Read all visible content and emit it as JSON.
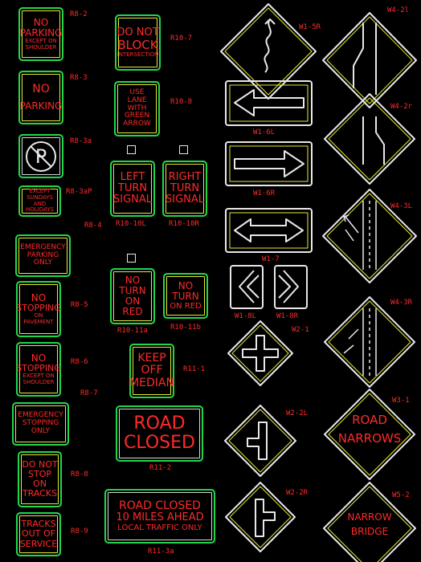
{
  "signs": {
    "r8_2": [
      "NO",
      "PARKING",
      "EXCEPT ON",
      "SHOULDER"
    ],
    "r8_3": [
      "NO",
      "PARKING"
    ],
    "r8_3p": [
      "EXCEPT",
      "SUNDAYS AND",
      "HOLIDAYS"
    ],
    "r8_4": [
      "EMERGENCY",
      "PARKING",
      "ONLY"
    ],
    "r8_5": [
      "NO",
      "STOPPING",
      "ON",
      "PAVEMENT"
    ],
    "r8_6": [
      "NO",
      "STOPPING",
      "EXCEPT ON",
      "SHOULDER"
    ],
    "r8_7": [
      "EMERGENCY",
      "STOPPING",
      "ONLY"
    ],
    "r8_8": [
      "DO NOT",
      "STOP",
      "ON",
      "TRACKS"
    ],
    "r8_9": [
      "TRACKS",
      "OUT OF",
      "SERVICE"
    ],
    "r10_7": [
      "DO NOT",
      "BLOCK",
      "INTERSECTION"
    ],
    "r10_8": [
      "USE",
      "LANE",
      "WITH",
      "GREEN",
      "ARROW"
    ],
    "r10_10l": [
      "LEFT",
      "TURN",
      "SIGNAL"
    ],
    "r10_10r": [
      "RIGHT",
      "TURN",
      "SIGNAL"
    ],
    "r10_11a": [
      "NO",
      "TURN",
      "ON",
      "RED"
    ],
    "r10_11b": [
      "NO",
      "TURN",
      "ON RED"
    ],
    "r11_1": [
      "KEEP",
      "OFF",
      "MEDIAN"
    ],
    "r11_2": [
      "ROAD",
      "CLOSED"
    ],
    "r11_3a": [
      "ROAD CLOSED",
      "10 MILES AHEAD",
      "LOCAL TRAFFIC ONLY"
    ],
    "w3_1": [
      "ROAD",
      "NARROWS"
    ],
    "w5_2": [
      "NARROW",
      "BRIDGE"
    ]
  },
  "labels": {
    "r8_2": "R8-2",
    "r8_3": "R8-3",
    "r8_3a": "R8-3a",
    "r8_3p": "R8-3aP",
    "r8_4": "R8-4",
    "r8_5": "R8-5",
    "r8_6": "R8-6",
    "r8_7": "R8-7",
    "r8_8": "R8-8",
    "r8_9": "R8-9",
    "r10_7": "R10-7",
    "r10_8": "R10-8",
    "r10_10l": "R10-10L",
    "r10_10r": "R10-10R",
    "r10_11a": "R10-11a",
    "r10_11b": "R10-11b",
    "r11_1": "R11-1",
    "r11_2": "R11-2",
    "r11_3a": "R11-3a",
    "w1_6l": "W1-6L",
    "w1_6r": "W1-6R",
    "w1_7": "W1-7",
    "w1_8l": "W1-8L",
    "w1_8r": "W1-8R",
    "w2_1": "W2-1",
    "w2_2l": "W2-2L",
    "w2_2r": "W2-2R",
    "w1_5r": "W1-5R",
    "w4_2l": "W4-2l",
    "w4_2r": "W4-2r",
    "w4_3l": "W4-3L",
    "w4_3r": "W4-3R",
    "w3_1": "W3-1",
    "w5_2": "W5-2"
  },
  "colors": {
    "border": "#22d64a",
    "inner": "#e9e93a",
    "text": "#ff2a2a",
    "symbol": "#e8e8e8",
    "background": "#000000"
  }
}
